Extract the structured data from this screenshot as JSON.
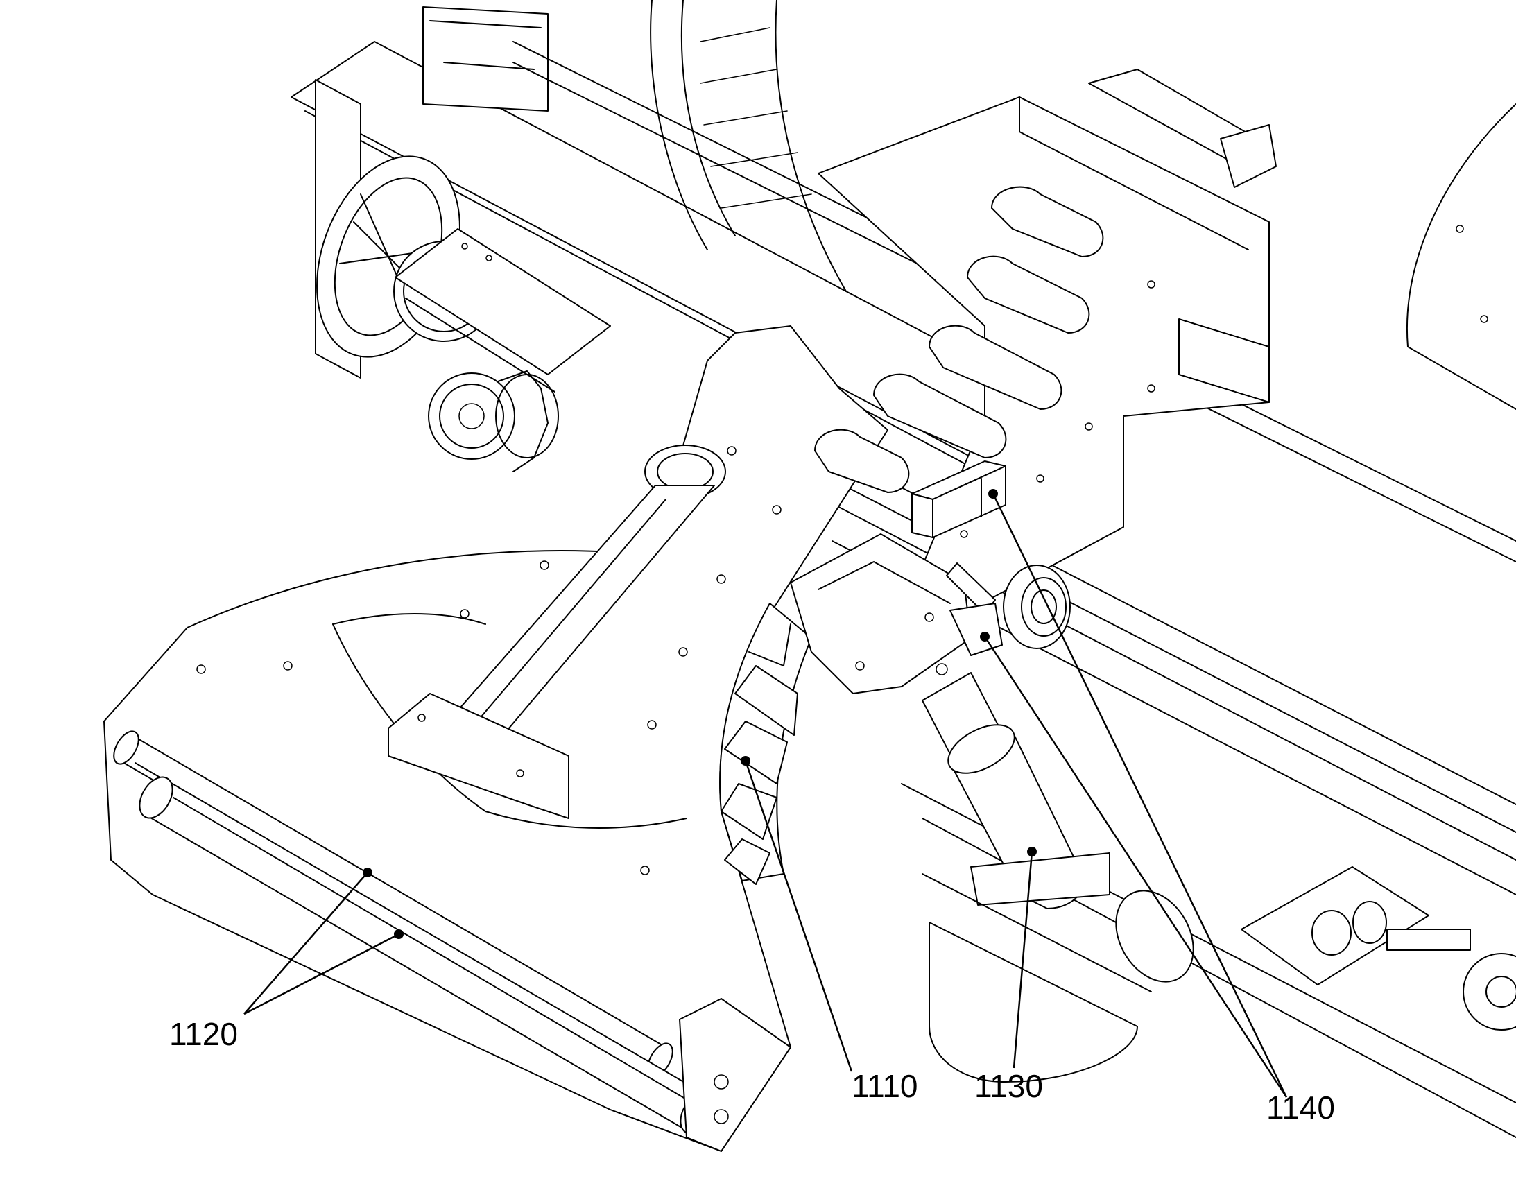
{
  "figure": {
    "callouts": [
      {
        "id": "1110",
        "text": "1110"
      },
      {
        "id": "1120",
        "text": "1120"
      },
      {
        "id": "1130",
        "text": "1130"
      },
      {
        "id": "1140",
        "text": "1140"
      }
    ]
  }
}
